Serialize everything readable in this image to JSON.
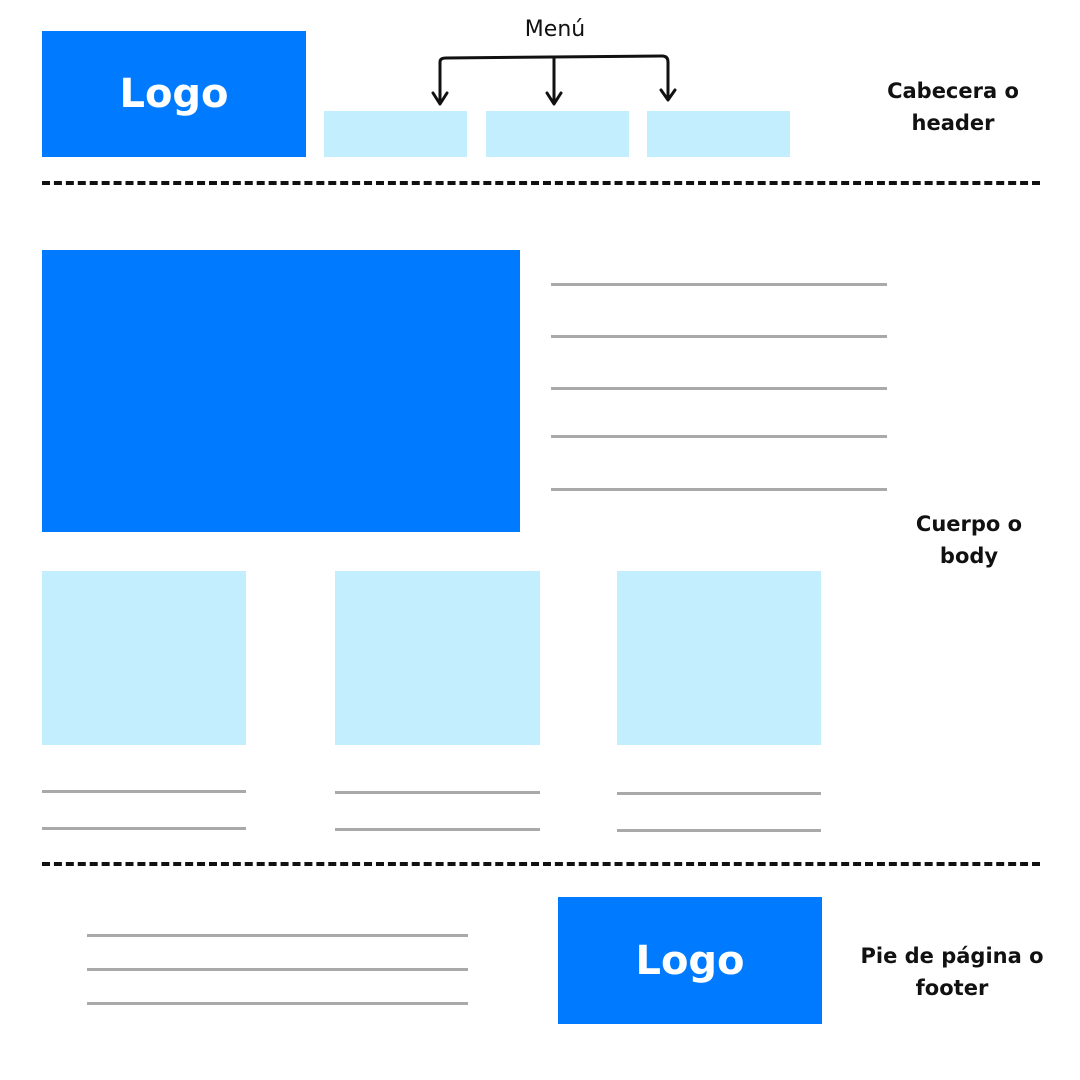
{
  "header": {
    "logo_text": "Logo",
    "menu_label": "Menú",
    "section_label_line1": "Cabecera o",
    "section_label_line2": "header"
  },
  "body": {
    "section_label_line1": "Cuerpo o",
    "section_label_line2": "body"
  },
  "footer": {
    "logo_text": "Logo",
    "section_label_line1": "Pie de página o",
    "section_label_line2": "footer"
  },
  "colors": {
    "primary_blue": "#007bff",
    "light_blue": "#c3eefe",
    "line_gray": "#a9a9a9",
    "ink": "#111111"
  }
}
